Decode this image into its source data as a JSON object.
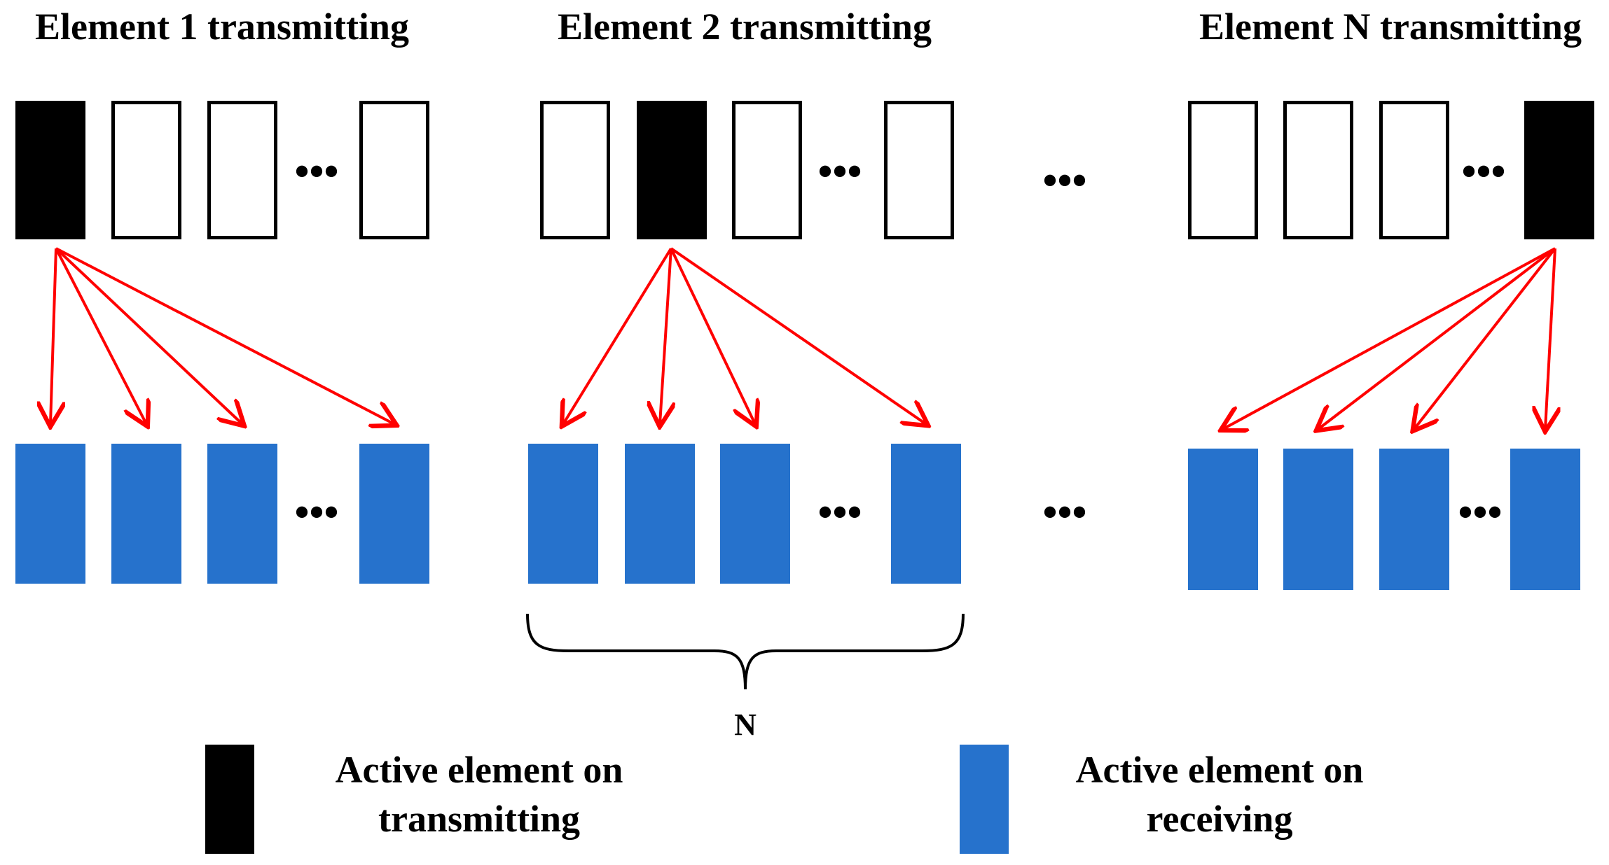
{
  "groups": [
    {
      "title": "Element 1 transmitting",
      "active_index": 0
    },
    {
      "title": "Element 2 transmitting",
      "active_index": 1
    },
    {
      "title": "Element N transmitting",
      "active_index": 3
    }
  ],
  "ellipsis": "•••",
  "brace_label": "N",
  "legend": {
    "transmit_line1": "Active element on",
    "transmit_line2": "transmitting",
    "receive_line1": "Active element on",
    "receive_line2": "receiving"
  },
  "colors": {
    "transmit_active": "#000000",
    "receive_active": "#2672cc",
    "arrow": "#ff0000",
    "outline": "#000000"
  }
}
